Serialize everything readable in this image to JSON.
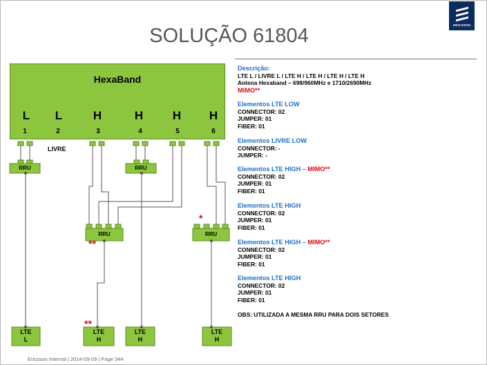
{
  "brand": {
    "logo_text": "ERICSSON"
  },
  "title": "SOLUÇÃO 61804",
  "diagram": {
    "hexaband_label": "HexaBand",
    "bands": [
      {
        "letter": "L",
        "port": "1"
      },
      {
        "letter": "L",
        "port": "2"
      },
      {
        "letter": "H",
        "port": "3"
      },
      {
        "letter": "H",
        "port": "4"
      },
      {
        "letter": "H",
        "port": "5"
      },
      {
        "letter": "H",
        "port": "6"
      }
    ],
    "livre_label": "LIVRE",
    "rru_label": "RRU",
    "star_single": "*",
    "star_double": "**",
    "lte_boxes": [
      {
        "line1": "LTE",
        "line2": "L"
      },
      {
        "line1": "LTE",
        "line2": "H"
      },
      {
        "line1": "LTE",
        "line2": "H"
      },
      {
        "line1": "LTE",
        "line2": "H"
      }
    ]
  },
  "description": {
    "heading": "Descrição:",
    "line1": "LTE L / LIVRE L / LTE H / LTE H / LTE H / LTE H",
    "line2": "Antena Hexaband – 698/960MHz  e  1710/2690MHz",
    "mimo": "MIMO**"
  },
  "sections": [
    {
      "title": "Elementos LTE LOW",
      "mimo": "",
      "lines": [
        "CONNECTOR: 02",
        "JUMPER: 01",
        "FIBER: 01"
      ]
    },
    {
      "title": "Elementos LIVRE LOW",
      "mimo": "",
      "lines": [
        "CONNECTOR: -",
        "JUMPER: -"
      ]
    },
    {
      "title": "Elementos LTE HIGH – ",
      "mimo": "MIMO**",
      "lines": [
        "CONNECTOR: 02",
        "JUMPER: 01",
        "FIBER: 01"
      ]
    },
    {
      "title": "Elementos LTE HIGH",
      "mimo": "",
      "lines": [
        "CONNECTOR: 02",
        "JUMPER: 01",
        "FIBER: 01"
      ]
    },
    {
      "title": "Elementos LTE HIGH – ",
      "mimo": "MIMO**",
      "lines": [
        "CONNECTOR: 02",
        "JUMPER: 01",
        "FIBER: 01"
      ]
    },
    {
      "title": "Elementos LTE HIGH",
      "mimo": "",
      "lines": [
        "CONNECTOR: 02",
        "JUMPER: 01",
        "FIBER: 01"
      ]
    }
  ],
  "obs": "OBS: UTILIZADA A MESMA RRU PARA DOIS SETORES",
  "footer": "Ericsson Internal  |  2014-09-09  |  Page 344",
  "colors": {
    "green": "#8cc63f",
    "heading_blue": "#1f6fc5",
    "red": "#e30613",
    "logo_navy": "#0c2b5e"
  }
}
